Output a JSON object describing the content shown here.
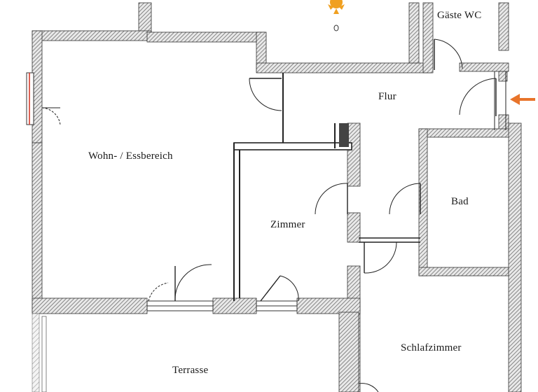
{
  "floorplan": {
    "rooms": {
      "gaeste_wc": "Gäste WC",
      "flur": "Flur",
      "wohn_essbereich": "Wohn- / Essbereich",
      "bad": "Bad",
      "zimmer": "Zimmer",
      "schlafzimmer": "Schlafzimmer",
      "terrasse": "Terrasse"
    },
    "colors": {
      "wall": "#5a5a5a",
      "wall_hatch": "#9a9a9a",
      "line": "#222222",
      "entrance_arrow": "#e8742a",
      "sun": "#f0a020",
      "window_red": "#d43a2a"
    },
    "icons": {
      "sun": "sun-icon",
      "entrance": "entrance-arrow-icon"
    }
  }
}
